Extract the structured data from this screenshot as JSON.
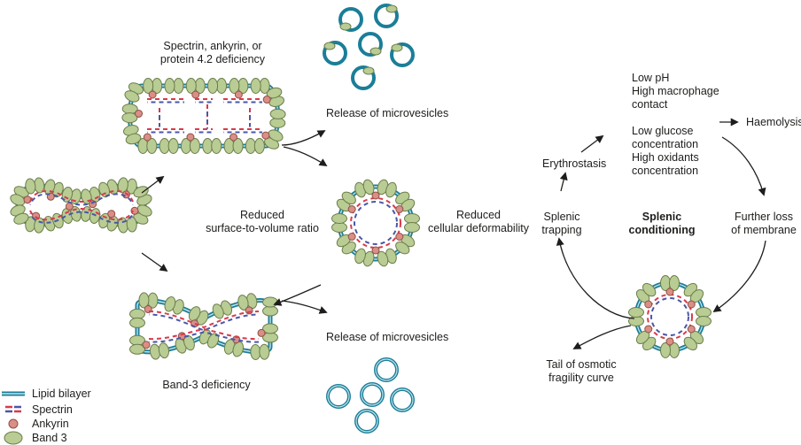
{
  "labels": {
    "spectrin_def": [
      "Spectrin, ankyrin, or",
      "protein 4.2 deficiency"
    ],
    "band3_def": "Band-3 deficiency",
    "release_top": "Release of microvesicles",
    "release_bottom": "Release of microvesicles",
    "reduced_sv": [
      "Reduced",
      "surface-to-volume ratio"
    ],
    "reduced_def": [
      "Reduced",
      "cellular deformability"
    ],
    "low_ph": [
      "Low pH",
      "High macrophage",
      "contact"
    ],
    "low_glucose": [
      "Low glucose",
      "concentration",
      "High oxidants",
      "concentration"
    ],
    "haemolysis": "Haemolysis",
    "erythrostasis": "Erythrostasis",
    "splenic_trapping": [
      "Splenic",
      "trapping"
    ],
    "splenic_conditioning": [
      "Splenic",
      "conditioning"
    ],
    "further_loss": [
      "Further loss",
      "of membrane"
    ],
    "tail_osmotic": [
      "Tail of osmotic",
      "fragility curve"
    ]
  },
  "legend": [
    {
      "label": "Lipid bilayer"
    },
    {
      "label": "Spectrin"
    },
    {
      "label": "Ankyrin"
    },
    {
      "label": "Band 3"
    }
  ],
  "colors": {
    "membrane": "#1b7e98",
    "membrane_light": "#bfe3ec",
    "band3_fill": "#b8cc93",
    "band3_stroke": "#6b7d4a",
    "ankyrin_fill": "#d98f86",
    "ankyrin_stroke": "#8f4f47",
    "spectrin_red": "#d83a4c",
    "spectrin_blue": "#4a57a6",
    "arrow": "#1d1d1b"
  }
}
